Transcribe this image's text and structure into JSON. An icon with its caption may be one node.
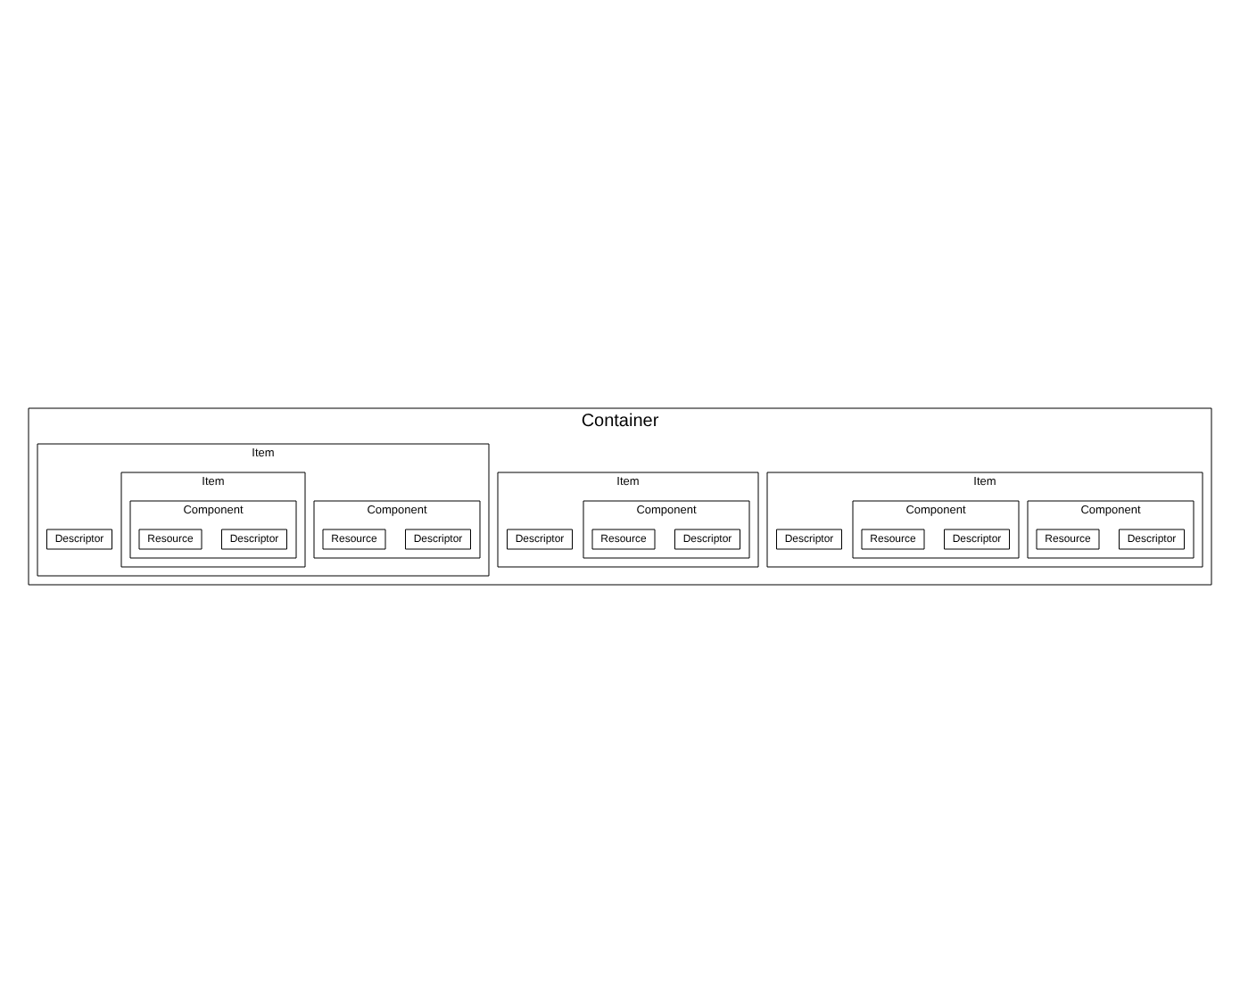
{
  "diagram": {
    "nodes": [
      {
        "text": [
          "Container"
        ]
      },
      {
        "text": [
          "Item"
        ],
        "in": 0
      },
      {
        "text": [
          "Descriptor"
        ],
        "in": 1
      },
      {
        "text": [
          "Component"
        ],
        "in": 1
      },
      {
        "text": [
          "Descriptor"
        ],
        "in": 3
      },
      {
        "text": [
          "Resource"
        ],
        "in": 3
      },
      {
        "text": [
          "Component"
        ],
        "in": 1
      },
      {
        "text": [
          "Descriptor"
        ],
        "in": 6
      },
      {
        "text": [
          "Resource"
        ],
        "in": 6
      },
      {
        "text": [
          "Item"
        ],
        "in": 0
      },
      {
        "text": [
          "Descriptor"
        ],
        "in": 9
      },
      {
        "text": [
          "Component"
        ],
        "in": 9
      },
      {
        "text": [
          "Descriptor"
        ],
        "in": 11
      },
      {
        "text": [
          "Resource"
        ],
        "in": 11
      },
      {
        "text": [
          "Item"
        ],
        "in": 0
      },
      {
        "text": [
          "Descriptor"
        ],
        "in": 14
      },
      {
        "text": [
          "Component"
        ],
        "in": 14
      },
      {
        "text": [
          "Descriptor"
        ],
        "in": 16
      },
      {
        "text": [
          "Resource"
        ],
        "in": 16
      },
      {
        "text": [
          "Item"
        ],
        "in": 14
      },
      {
        "text": [
          "Component"
        ],
        "in": 19
      },
      {
        "text": [
          "Descriptor"
        ],
        "in": 20
      },
      {
        "text": [
          "Resource"
        ],
        "in": 20
      }
    ]
  }
}
